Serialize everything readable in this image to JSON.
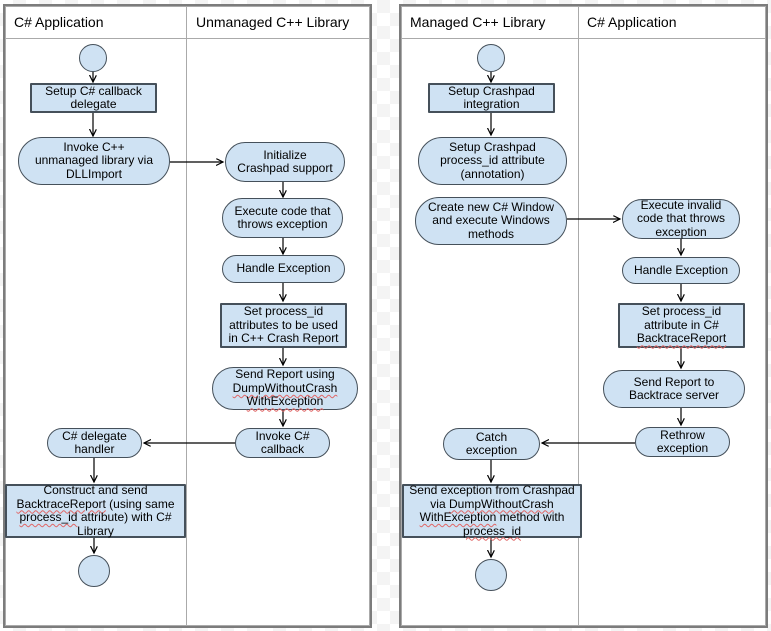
{
  "colors": {
    "node_fill": "#cfe2f3",
    "node_border": "#45505a",
    "flow_line": "#000000",
    "squiggle": "#e06666",
    "panel_border": "#7c7c7c",
    "grid_line": "#aaaaaa",
    "header_text": "#000000",
    "checker": "#f4f4f4"
  },
  "panels": [
    {
      "lanes": [
        "C# Application",
        "Unmanaged C++ Library"
      ],
      "nodes": {
        "setup_callback": [
          [
            {
              "t": "Setup C# callback"
            }
          ],
          [
            {
              "t": "delegate"
            }
          ]
        ],
        "invoke_cpp": [
          [
            {
              "t": "Invoke C++"
            }
          ],
          [
            {
              "t": "unmanaged library via"
            }
          ],
          [
            {
              "t": "DLLImport"
            }
          ]
        ],
        "init_crashpad": [
          [
            {
              "t": "Initialize"
            }
          ],
          [
            {
              "t": "Crashpad support"
            }
          ]
        ],
        "execute_code": [
          [
            {
              "t": "Execute code that"
            }
          ],
          [
            {
              "t": "throws exception"
            }
          ]
        ],
        "handle_exception": [
          [
            {
              "t": "Handle Exception"
            }
          ]
        ],
        "set_process_id": [
          [
            {
              "t": "Set process_id"
            }
          ],
          [
            {
              "t": "attributes to be used"
            }
          ],
          [
            {
              "t": "in C++ Crash Report"
            }
          ]
        ],
        "send_report": [
          [
            {
              "t": "Send Report using"
            }
          ],
          [
            {
              "t": "DumpWithoutCrash",
              "m": true
            }
          ],
          [
            {
              "t": "WithException",
              "m": true
            }
          ]
        ],
        "invoke_callback": [
          [
            {
              "t": "Invoke C#"
            }
          ],
          [
            {
              "t": "callback"
            }
          ]
        ],
        "delegate_handler": [
          [
            {
              "t": "C# delegate"
            }
          ],
          [
            {
              "t": "handler"
            }
          ]
        ],
        "construct_send": [
          [
            {
              "t": "Construct and send"
            }
          ],
          [
            {
              "t": "BacktraceReport",
              "m": true
            },
            {
              "t": " (using same"
            }
          ],
          [
            {
              "t": "process_id",
              "m": true
            },
            {
              "t": " attribute) with C#"
            }
          ],
          [
            {
              "t": "Library"
            }
          ]
        ]
      }
    },
    {
      "lanes": [
        "Managed C++ Library",
        "C# Application"
      ],
      "nodes": {
        "setup_integration": [
          [
            {
              "t": "Setup Crashpad"
            }
          ],
          [
            {
              "t": "integration"
            }
          ]
        ],
        "setup_attribute": [
          [
            {
              "t": "Setup Crashpad"
            }
          ],
          [
            {
              "t": "process_id attribute"
            }
          ],
          [
            {
              "t": "(annotation)"
            }
          ]
        ],
        "create_window": [
          [
            {
              "t": "Create new C# Window"
            }
          ],
          [
            {
              "t": "and execute Windows"
            }
          ],
          [
            {
              "t": "methods"
            }
          ]
        ],
        "execute_invalid": [
          [
            {
              "t": "Execute invalid"
            }
          ],
          [
            {
              "t": "code that throws"
            }
          ],
          [
            {
              "t": "exception"
            }
          ]
        ],
        "handle_exception": [
          [
            {
              "t": "Handle Exception"
            }
          ]
        ],
        "set_process_id": [
          [
            {
              "t": "Set process_id"
            }
          ],
          [
            {
              "t": "attribute in C#"
            }
          ],
          [
            {
              "t": "BacktraceReport",
              "m": true
            }
          ]
        ],
        "send_report": [
          [
            {
              "t": "Send Report to"
            }
          ],
          [
            {
              "t": "Backtrace server"
            }
          ]
        ],
        "rethrow": [
          [
            {
              "t": "Rethrow"
            }
          ],
          [
            {
              "t": "exception"
            }
          ]
        ],
        "catch": [
          [
            {
              "t": "Catch"
            }
          ],
          [
            {
              "t": "exception"
            }
          ]
        ],
        "send_exception": [
          [
            {
              "t": "Send exception from Crashpad"
            }
          ],
          [
            {
              "t": "via "
            },
            {
              "t": "DumpWithoutCrash",
              "m": true
            }
          ],
          [
            {
              "t": "WithException",
              "m": true
            },
            {
              "t": " method with"
            }
          ],
          [
            {
              "t": "process_id",
              "m": true
            }
          ]
        ]
      }
    }
  ]
}
